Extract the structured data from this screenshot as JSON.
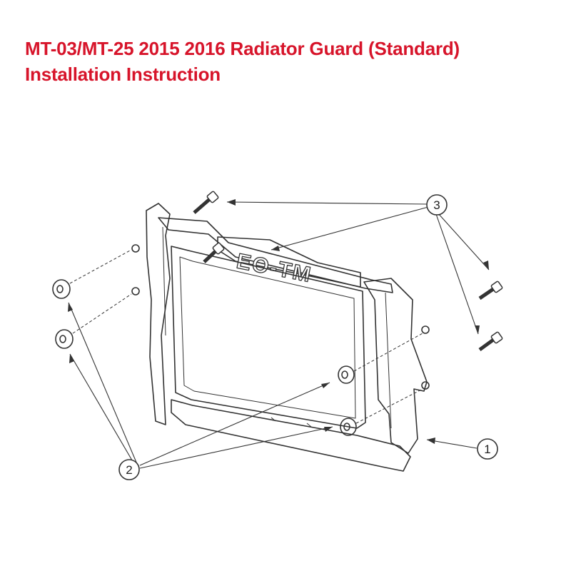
{
  "title": {
    "line1": "MT-03/MT-25 2015 2016 Radiator Guard (Standard)",
    "line2": "Installation Instruction",
    "color": "#d7142a"
  },
  "diagram": {
    "logo_text": "EO-TM",
    "callouts": [
      {
        "number": "1",
        "part": "radiator-guard"
      },
      {
        "number": "2",
        "part": "rubber-grommet"
      },
      {
        "number": "3",
        "part": "bolt"
      }
    ]
  }
}
